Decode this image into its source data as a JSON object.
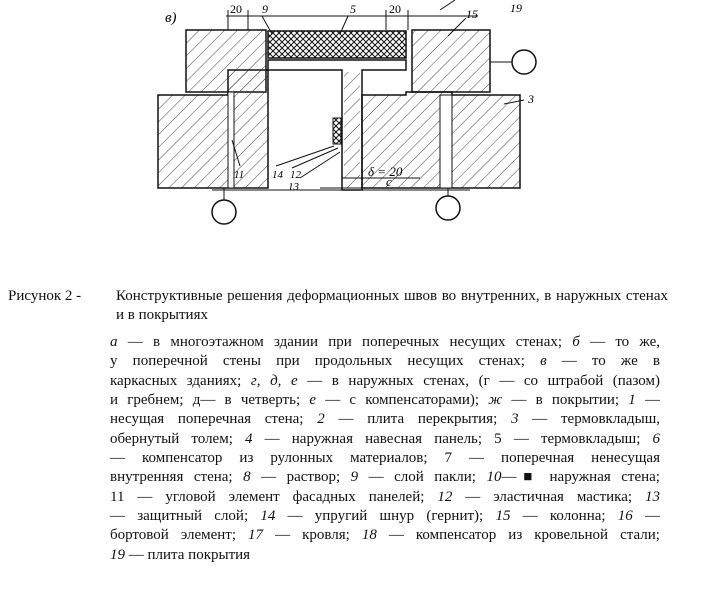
{
  "figure": {
    "panel_label": "в)",
    "dim_top_left": "20",
    "dim_top_right": "20",
    "dim_delta": "δ = 20",
    "dim_c": "c",
    "callouts": [
      "9",
      "5",
      "15",
      "19",
      "3",
      "11",
      "14",
      "12",
      "13"
    ]
  },
  "caption": {
    "label": "Рисунок 2 -",
    "title": "Конструктивные решения деформационных швов во внутренних, в наружных стенах и в покрытиях"
  },
  "legend": {
    "lines": [
      [
        {
          "t": "а",
          "i": true
        },
        {
          "t": " — в многоэтажном здании при поперечных несущих стенах; "
        },
        {
          "t": "б",
          "i": true
        },
        {
          "t": " — то же,"
        }
      ],
      [
        {
          "t": "у поперечной стены при продольных несущих стенах; "
        },
        {
          "t": "в",
          "i": true
        },
        {
          "t": " — то же в"
        }
      ],
      [
        {
          "t": "каркасных зданиях; "
        },
        {
          "t": "г, д, е",
          "i": true
        },
        {
          "t": " — в наружных стенах, (г — со штрабой (пазом)"
        }
      ],
      [
        {
          "t": "и гребнем; д— в четверть; "
        },
        {
          "t": "е",
          "i": true
        },
        {
          "t": " — с компенсаторами); "
        },
        {
          "t": "ж",
          "i": true
        },
        {
          "t": " — в покрытии; "
        },
        {
          "t": "1",
          "i": true
        },
        {
          "t": " —"
        }
      ],
      [
        {
          "t": "несущая поперечная стена; "
        },
        {
          "t": "2",
          "i": true
        },
        {
          "t": " — плита перекрытия; "
        },
        {
          "t": "3",
          "i": true
        },
        {
          "t": " — термовкладыш,"
        }
      ],
      [
        {
          "t": "обернутый толем; "
        },
        {
          "t": "4",
          "i": true
        },
        {
          "t": " — наружная навесная панель; 5 — термовкладыш; "
        },
        {
          "t": "6",
          "i": true
        }
      ],
      [
        {
          "t": "— компенсатор из рулонных материалов; 7 — поперечная ненесущая"
        }
      ],
      [
        {
          "t": "внутренняя стена; "
        },
        {
          "t": "8",
          "i": true
        },
        {
          "t": " — раствор; "
        },
        {
          "t": "9",
          "i": true
        },
        {
          "t": " — слой пакли; "
        },
        {
          "t": "10",
          "i": true
        },
        {
          "t": "—■ наружная стена;"
        }
      ],
      [
        {
          "t": "11 — угловой элемент фасадных панелей; "
        },
        {
          "t": "12",
          "i": true
        },
        {
          "t": " — эластичная мастика; "
        },
        {
          "t": "13",
          "i": true
        }
      ],
      [
        {
          "t": "— защитный слой; "
        },
        {
          "t": "14",
          "i": true
        },
        {
          "t": " — упругий шнур (гернит); "
        },
        {
          "t": "15",
          "i": true
        },
        {
          "t": " — колонна; "
        },
        {
          "t": "16",
          "i": true
        },
        {
          "t": " —"
        }
      ],
      [
        {
          "t": "бортовой элемент; "
        },
        {
          "t": "17",
          "i": true
        },
        {
          "t": " — кровля; "
        },
        {
          "t": "18",
          "i": true
        },
        {
          "t": " — компенсатор из кровельной стали;"
        }
      ],
      [
        {
          "t": "19",
          "i": true
        },
        {
          "t": " — плита покрытия"
        }
      ]
    ]
  }
}
